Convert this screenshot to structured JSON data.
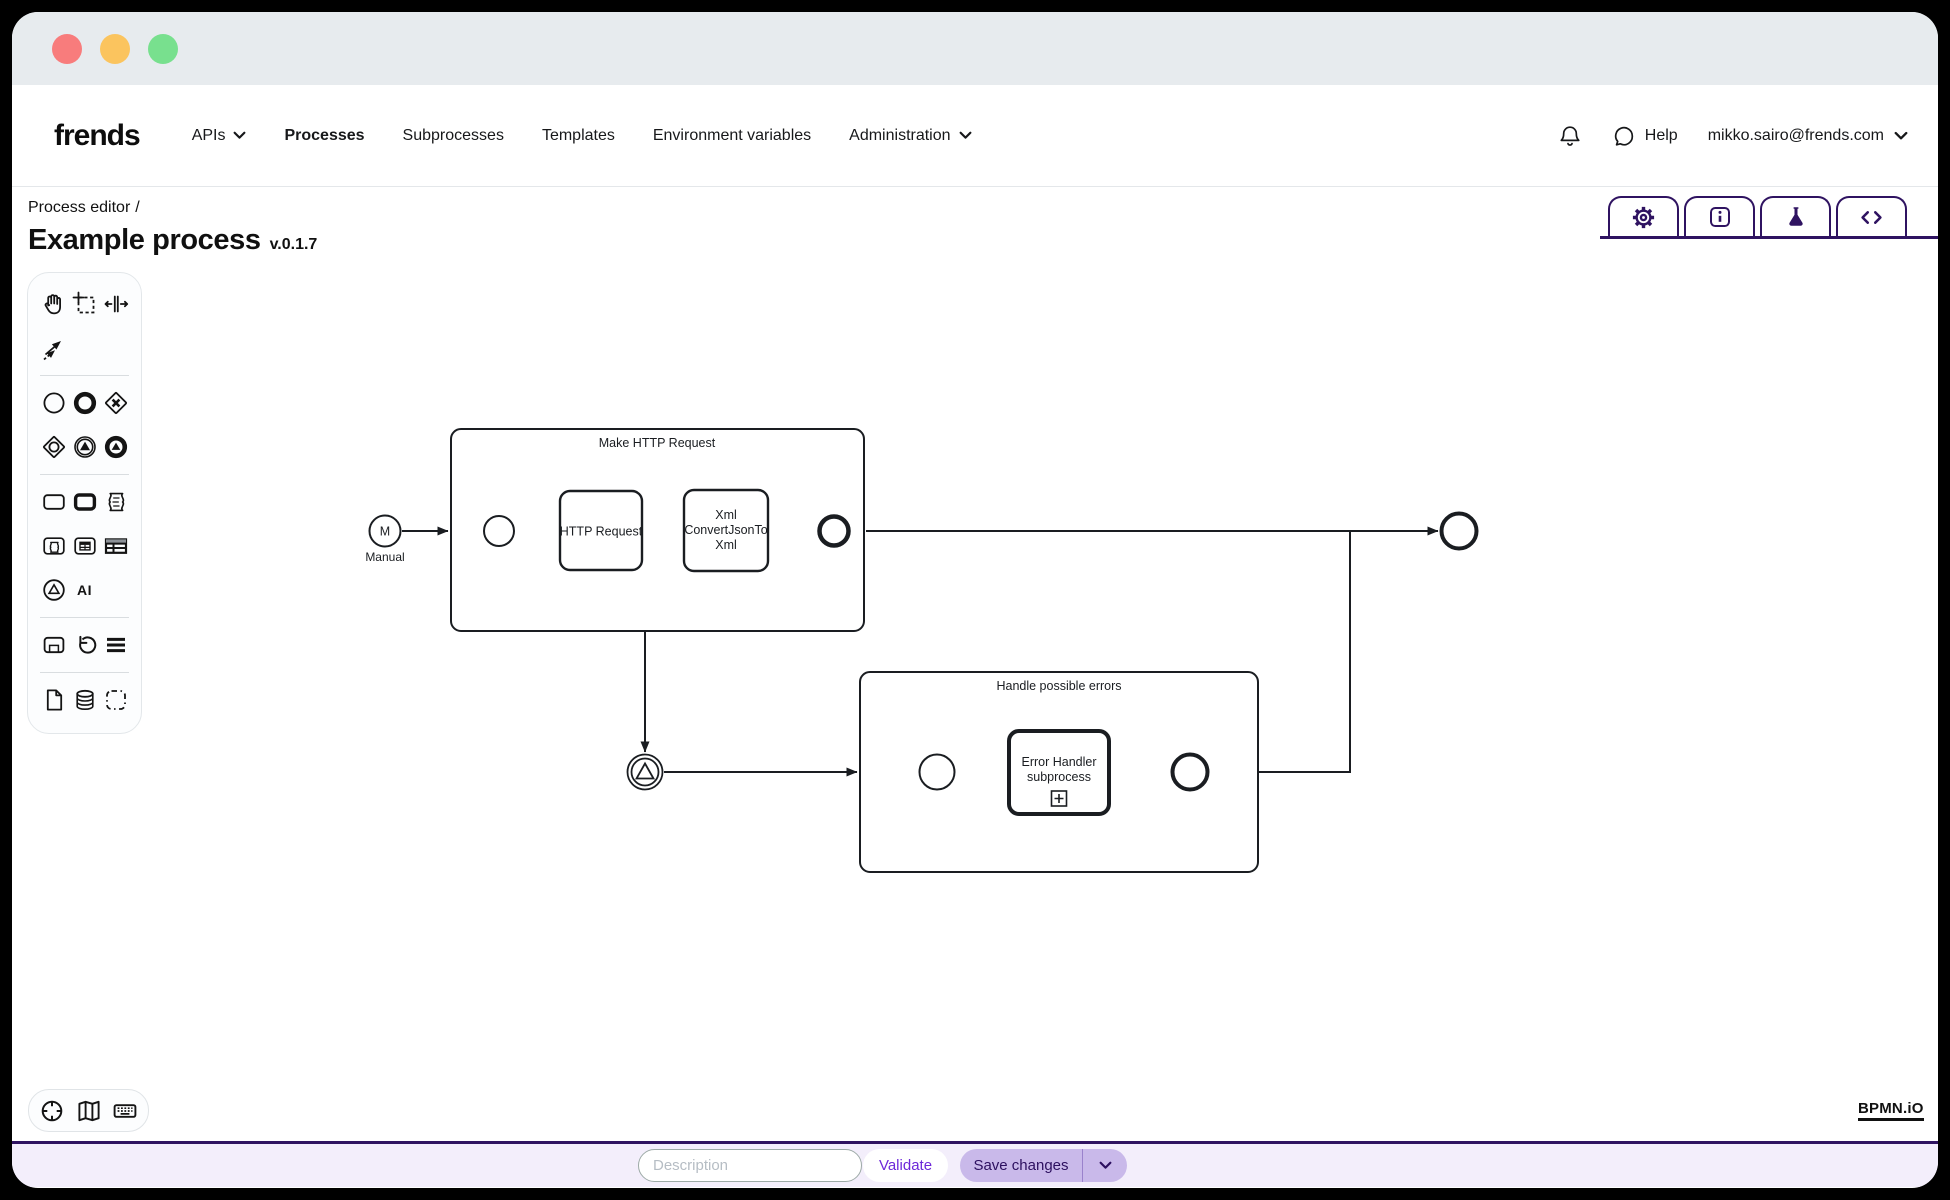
{
  "window": {
    "traffic_lights": [
      "close",
      "minimize",
      "zoom"
    ]
  },
  "nav": {
    "logo_text": "frends",
    "items": [
      {
        "label": "APIs",
        "dropdown": true,
        "active": false
      },
      {
        "label": "Processes",
        "dropdown": false,
        "active": true
      },
      {
        "label": "Subprocesses",
        "dropdown": false,
        "active": false
      },
      {
        "label": "Templates",
        "dropdown": false,
        "active": false
      },
      {
        "label": "Environment variables",
        "dropdown": false,
        "active": false
      },
      {
        "label": "Administration",
        "dropdown": true,
        "active": false
      }
    ],
    "help_label": "Help",
    "user_email": "mikko.sairo@frends.com"
  },
  "page": {
    "breadcrumb": "Process editor",
    "breadcrumb_separator": "/",
    "title": "Example process",
    "version": "v.0.1.7"
  },
  "editor_tabs": [
    {
      "name": "settings",
      "active": false
    },
    {
      "name": "info",
      "active": false
    },
    {
      "name": "test",
      "active": true
    },
    {
      "name": "code",
      "active": false
    }
  ],
  "palette": {
    "ai_label": "AI"
  },
  "diagram": {
    "start_event": {
      "marker": "M",
      "label": "Manual"
    },
    "main_subprocess": {
      "title": "Make HTTP Request"
    },
    "http_task": {
      "label": "HTTP Request"
    },
    "xml_task": {
      "line1": "Xml",
      "line2": "ConvertJsonTo",
      "line3": "Xml"
    },
    "error_subprocess": {
      "title": "Handle possible errors"
    },
    "error_handler_task": {
      "line1": "Error Handler",
      "line2": "subprocess"
    }
  },
  "watermark": "BPMN.iO",
  "footer": {
    "description_placeholder": "Description",
    "validate_label": "Validate",
    "save_label": "Save changes"
  },
  "colors": {
    "brand_purple": "#2f1361",
    "accent_violet": "#6d28d9",
    "save_button_bg": "#c9b9ea",
    "footer_bg": "#f3eefb",
    "chrome_bg": "#e7ebee"
  }
}
